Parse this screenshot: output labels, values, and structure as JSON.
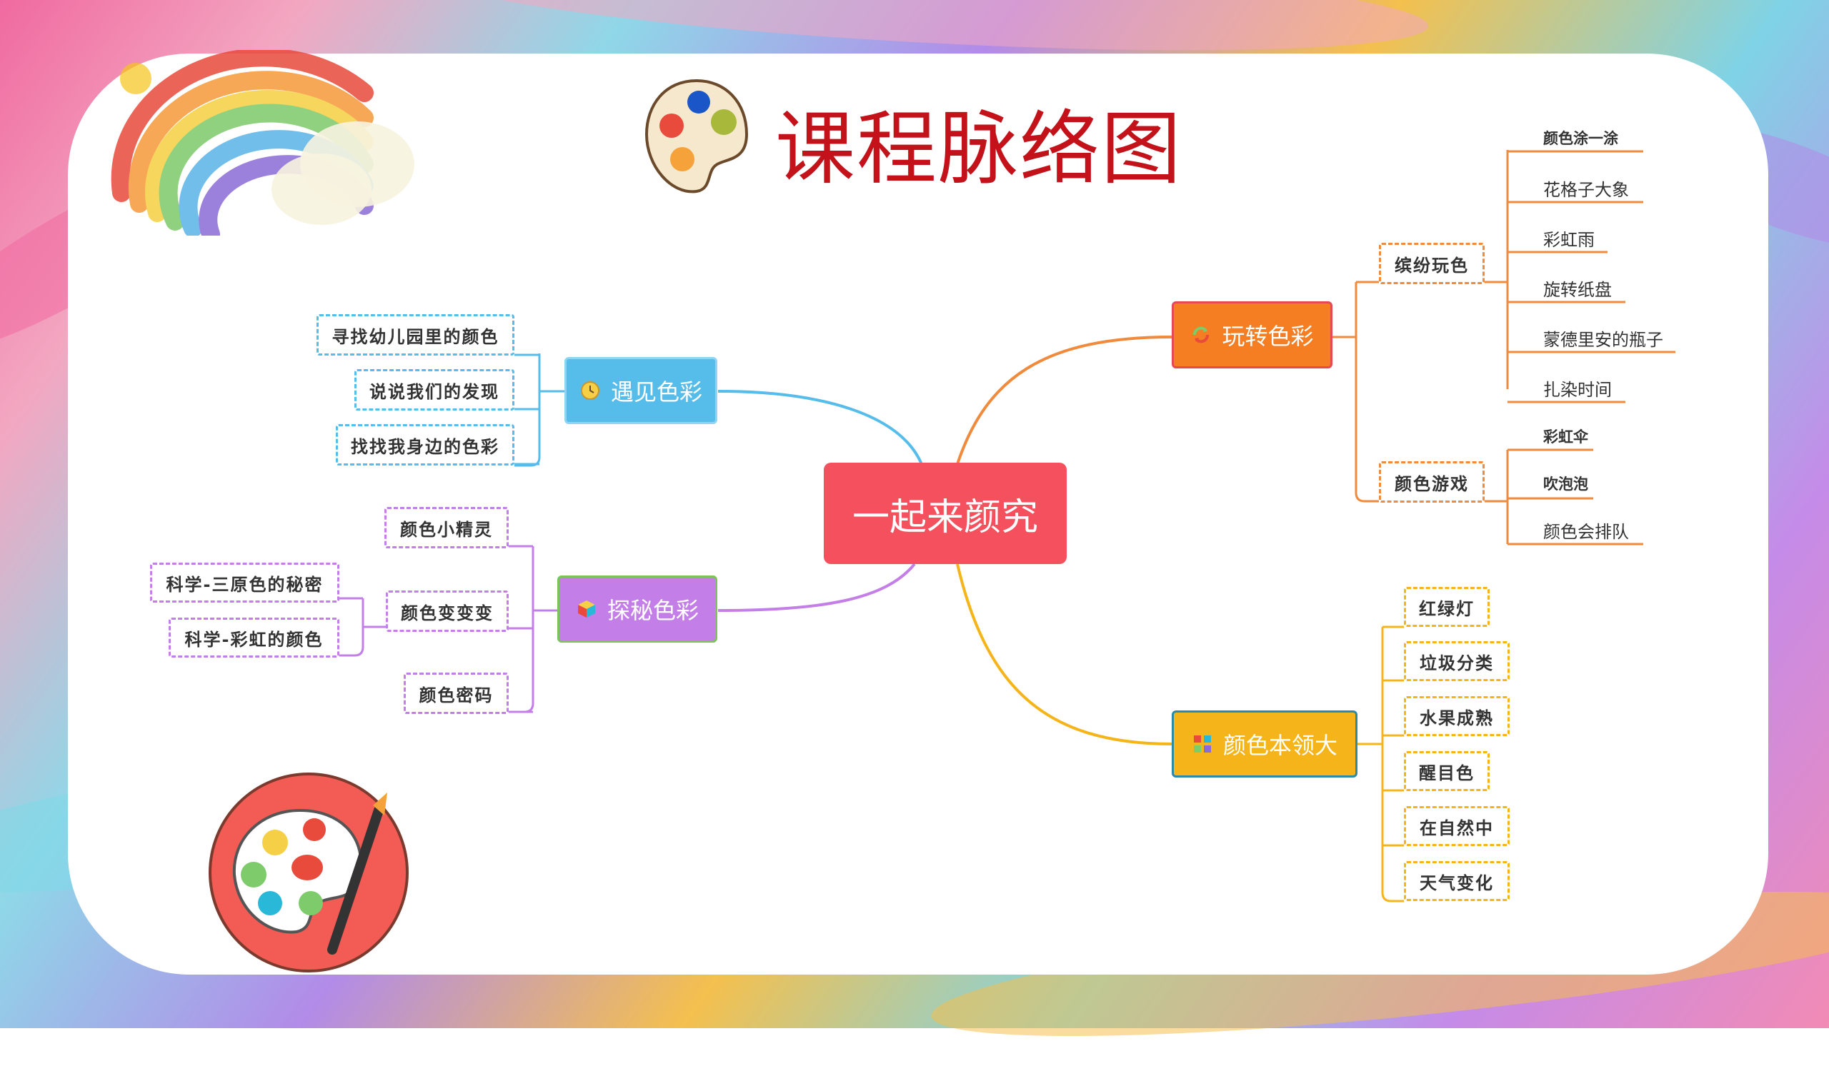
{
  "title": "课程脉络图",
  "center": "一起来颜究",
  "branches": {
    "yujian": {
      "label": "遇见色彩",
      "color": "#56bdea",
      "items": [
        "寻找幼儿园里的颜色",
        "说说我们的发现",
        "找找我身边的色彩"
      ]
    },
    "tanmi": {
      "label": "探秘色彩",
      "color": "#c37ee8",
      "items": [
        "颜色小精灵",
        "颜色变变变",
        "颜色密码"
      ],
      "sub": [
        "科学-三原色的秘密",
        "科学-彩虹的颜色"
      ]
    },
    "wanzhuan": {
      "label": "玩转色彩",
      "color": "#f57e22",
      "groups": [
        {
          "label": "缤纷玩色",
          "items": [
            "颜色涂一涂",
            "花格子大象",
            "彩虹雨",
            "旋转纸盘",
            "蒙德里安的瓶子",
            "扎染时间"
          ]
        },
        {
          "label": "颜色游戏",
          "items": [
            "彩虹伞",
            "吹泡泡",
            "颜色会排队"
          ]
        }
      ]
    },
    "benling": {
      "label": "颜色本领大",
      "color": "#f5b51a",
      "items": [
        "红绿灯",
        "垃圾分类",
        "水果成熟",
        "醒目色",
        "在自然中",
        "天气变化"
      ]
    }
  },
  "colors": {
    "center": "#f4505d",
    "title": "#c4121b",
    "yujian_line": "#56bdea",
    "tanmi_line": "#c37ee8",
    "wanzhuan_line": "#f08a3c",
    "benling_line": "#f5b51a"
  },
  "icons": [
    "palette-icon",
    "rainbow-icon",
    "palette-brush-icon",
    "clock-icon",
    "cube-icon",
    "refresh-icon",
    "grid-icon"
  ]
}
